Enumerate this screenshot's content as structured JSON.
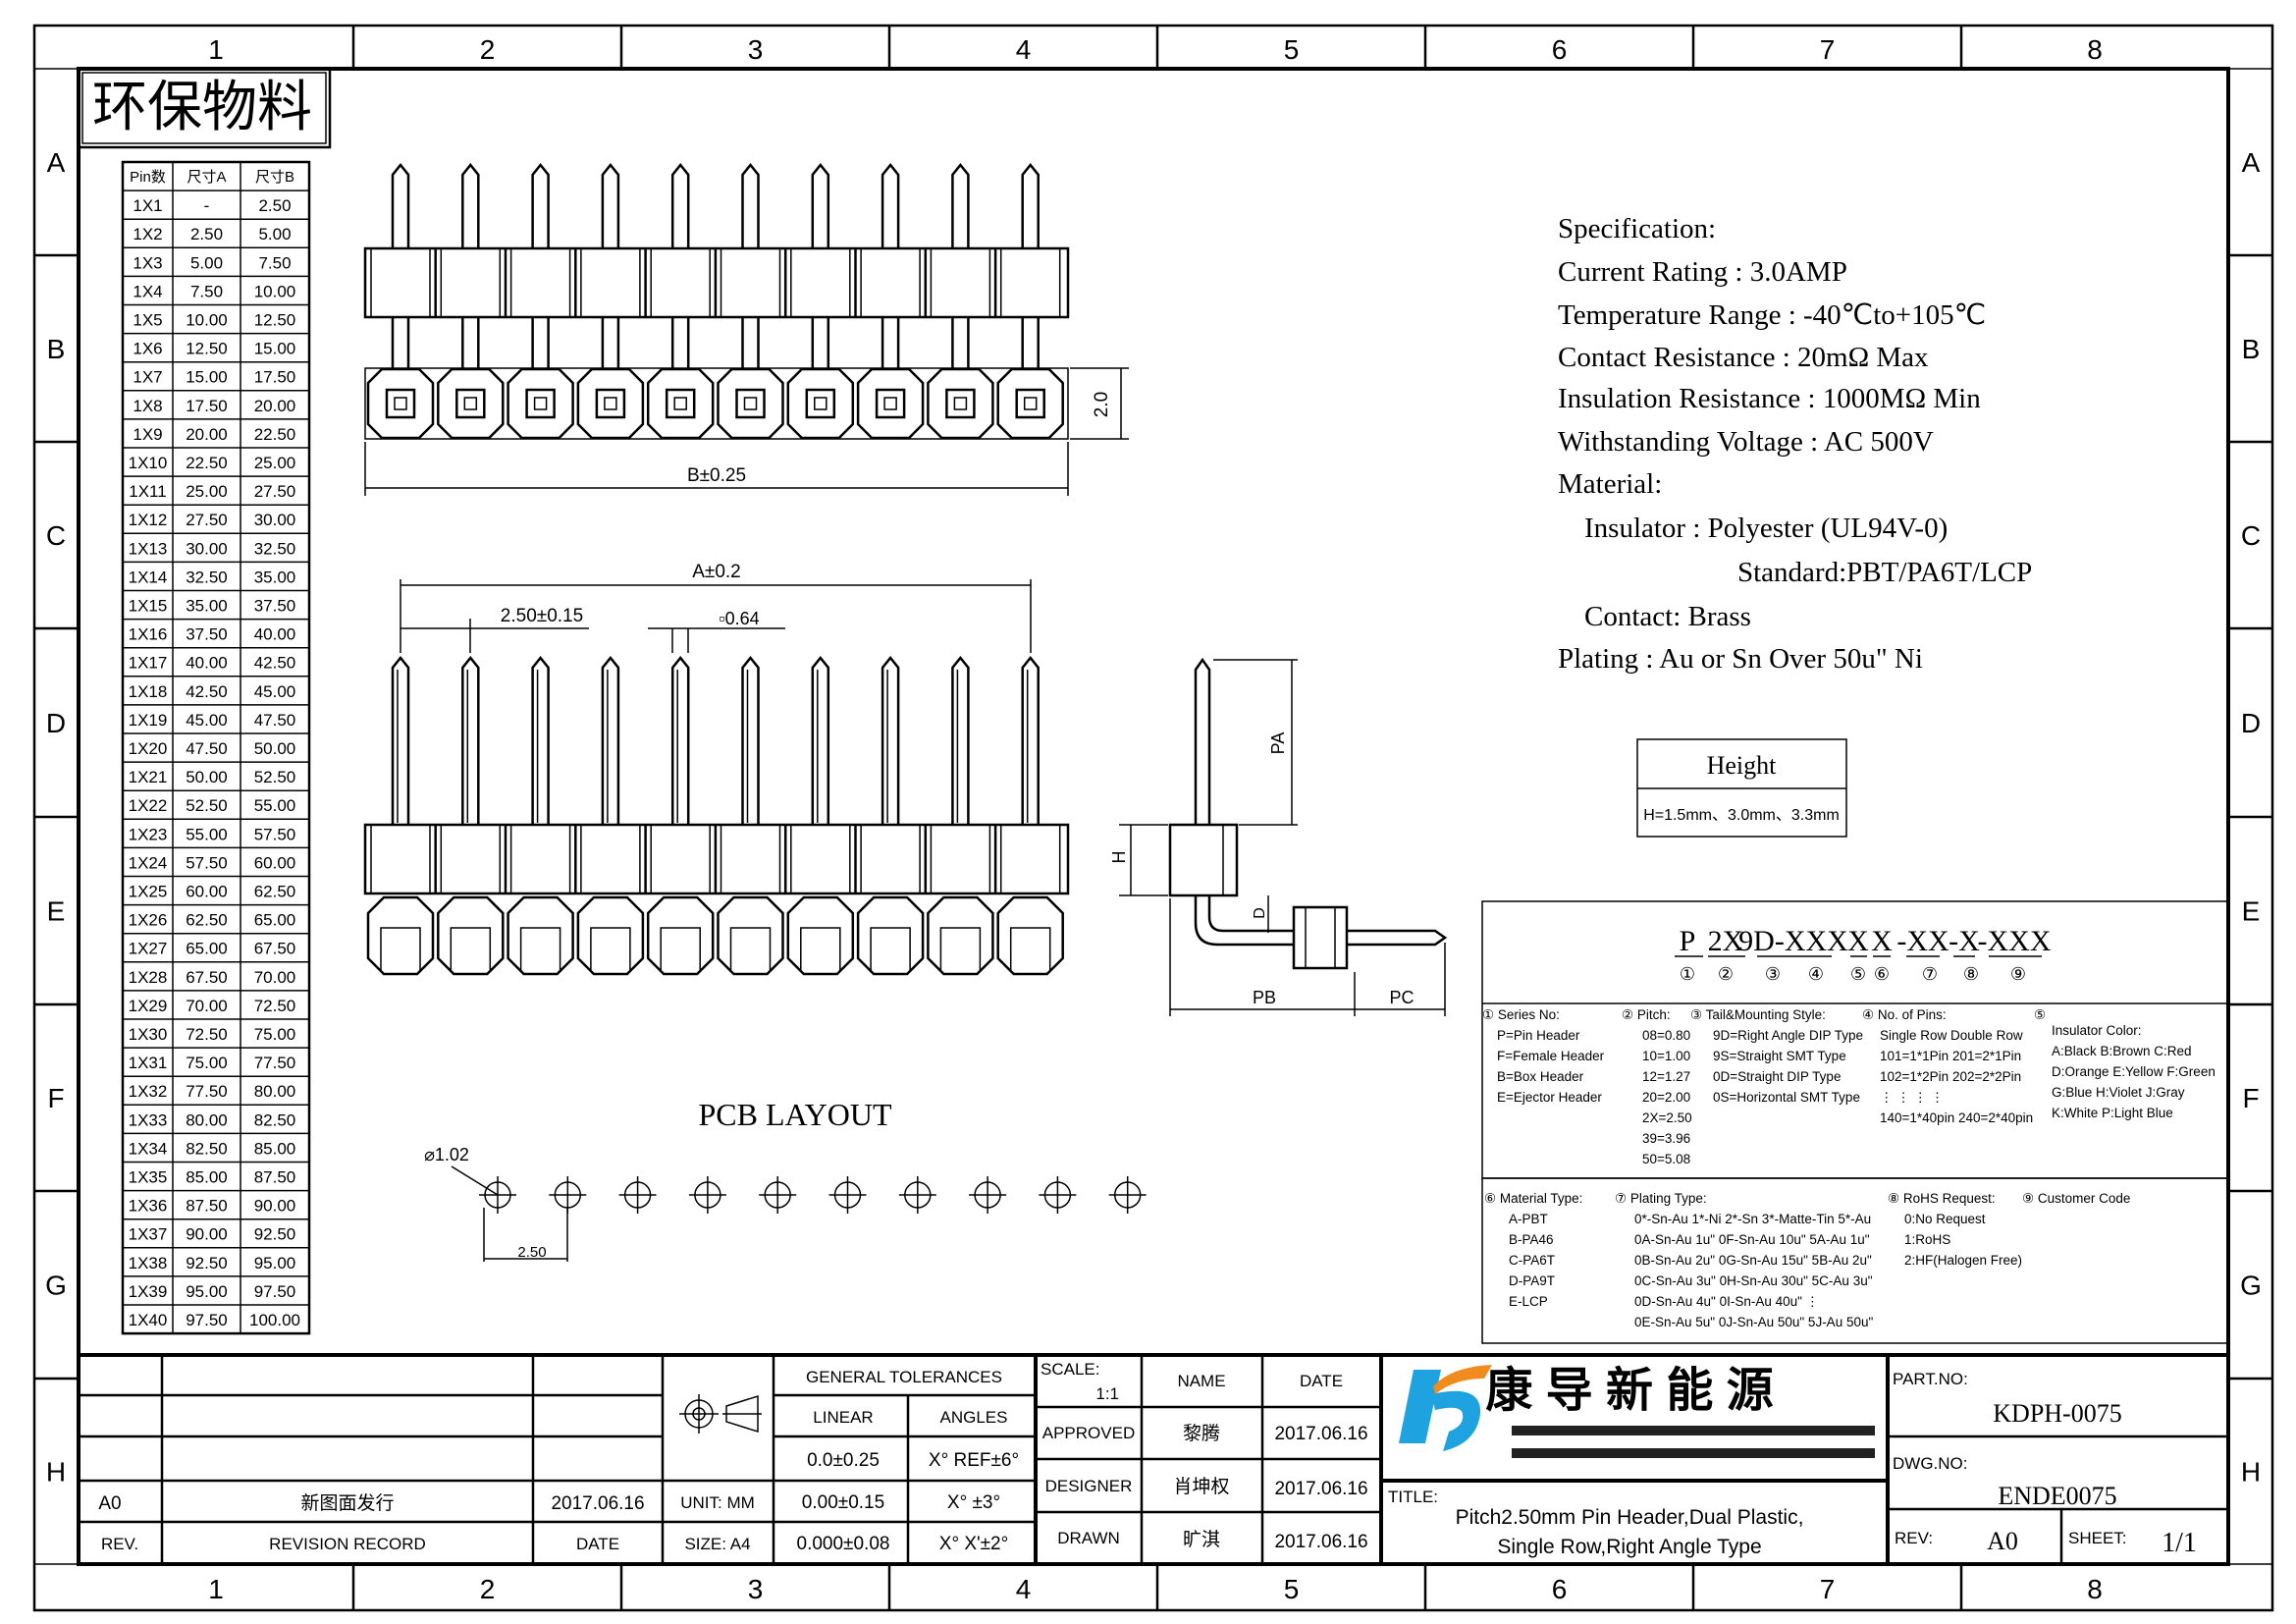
{
  "frame": {
    "columns": [
      "1",
      "2",
      "3",
      "4",
      "5",
      "6",
      "7",
      "8"
    ],
    "rows": [
      "A",
      "B",
      "C",
      "D",
      "E",
      "F",
      "G",
      "H"
    ]
  },
  "stamp": "环保物料",
  "dim_table": {
    "headers": [
      "Pin数",
      "尺寸A",
      "尺寸B"
    ],
    "rows": [
      [
        "1X1",
        "-",
        "2.50"
      ],
      [
        "1X2",
        "2.50",
        "5.00"
      ],
      [
        "1X3",
        "5.00",
        "7.50"
      ],
      [
        "1X4",
        "7.50",
        "10.00"
      ],
      [
        "1X5",
        "10.00",
        "12.50"
      ],
      [
        "1X6",
        "12.50",
        "15.00"
      ],
      [
        "1X7",
        "15.00",
        "17.50"
      ],
      [
        "1X8",
        "17.50",
        "20.00"
      ],
      [
        "1X9",
        "20.00",
        "22.50"
      ],
      [
        "1X10",
        "22.50",
        "25.00"
      ],
      [
        "1X11",
        "25.00",
        "27.50"
      ],
      [
        "1X12",
        "27.50",
        "30.00"
      ],
      [
        "1X13",
        "30.00",
        "32.50"
      ],
      [
        "1X14",
        "32.50",
        "35.00"
      ],
      [
        "1X15",
        "35.00",
        "37.50"
      ],
      [
        "1X16",
        "37.50",
        "40.00"
      ],
      [
        "1X17",
        "40.00",
        "42.50"
      ],
      [
        "1X18",
        "42.50",
        "45.00"
      ],
      [
        "1X19",
        "45.00",
        "47.50"
      ],
      [
        "1X20",
        "47.50",
        "50.00"
      ],
      [
        "1X21",
        "50.00",
        "52.50"
      ],
      [
        "1X22",
        "52.50",
        "55.00"
      ],
      [
        "1X23",
        "55.00",
        "57.50"
      ],
      [
        "1X24",
        "57.50",
        "60.00"
      ],
      [
        "1X25",
        "60.00",
        "62.50"
      ],
      [
        "1X26",
        "62.50",
        "65.00"
      ],
      [
        "1X27",
        "65.00",
        "67.50"
      ],
      [
        "1X28",
        "67.50",
        "70.00"
      ],
      [
        "1X29",
        "70.00",
        "72.50"
      ],
      [
        "1X30",
        "72.50",
        "75.00"
      ],
      [
        "1X31",
        "75.00",
        "77.50"
      ],
      [
        "1X32",
        "77.50",
        "80.00"
      ],
      [
        "1X33",
        "80.00",
        "82.50"
      ],
      [
        "1X34",
        "82.50",
        "85.00"
      ],
      [
        "1X35",
        "85.00",
        "87.50"
      ],
      [
        "1X36",
        "87.50",
        "90.00"
      ],
      [
        "1X37",
        "90.00",
        "92.50"
      ],
      [
        "1X38",
        "92.50",
        "95.00"
      ],
      [
        "1X39",
        "95.00",
        "97.50"
      ],
      [
        "1X40",
        "97.50",
        "100.00"
      ]
    ]
  },
  "dims": {
    "b": "B±0.25",
    "h20": "2.0",
    "a": "A±0.2",
    "pitch": "2.50±0.15",
    "pin_sq": "▫0.64",
    "pa": "PA",
    "h": "H",
    "d": "D",
    "pb": "PB",
    "pc": "PC"
  },
  "pcb": {
    "title": "PCB LAYOUT",
    "hole": "⌀1.02",
    "pitch": "2.50"
  },
  "spec": {
    "lines": [
      "Specification:",
      "Current Rating : 3.0AMP",
      "Temperature Range : -40℃to+105℃",
      "Contact Resistance : 20mΩ Max",
      "Insulation Resistance : 1000MΩ Min",
      "Withstanding Voltage : AC 500V",
      "Material:",
      "Insulator : Polyester (UL94V-0)",
      "Standard:PBT/PA6T/LCP",
      "Contact: Brass",
      "Plating : Au or Sn Over 50u\" Ni"
    ]
  },
  "height_box": {
    "title": "Height",
    "value": "H=1.5mm、3.0mm、3.3mm"
  },
  "part_code": {
    "segments": [
      "P",
      "2X",
      "9D-XXX",
      "X",
      "X",
      "-XX",
      "-X",
      "-XXX"
    ],
    "markers": [
      "①",
      "②",
      "③",
      "④",
      "⑤",
      "⑥",
      "⑦",
      "⑧",
      "⑨"
    ]
  },
  "legend": {
    "series": {
      "title": "① Series No:",
      "items": [
        "P=Pin Header",
        "F=Female Header",
        "B=Box Header",
        "E=Ejector Header"
      ]
    },
    "pitch": {
      "title": "② Pitch:",
      "items": [
        "08=0.80",
        "10=1.00",
        "12=1.27",
        "20=2.00",
        "2X=2.50",
        "39=3.96",
        "50=5.08"
      ]
    },
    "tail": {
      "title": "③ Tail&Mounting Style:",
      "items": [
        "9D=Right Angle DIP Type",
        "9S=Straight SMT Type",
        "0D=Straight DIP Type",
        "0S=Horizontal SMT Type"
      ]
    },
    "pins": {
      "title": "④ No. of Pins:",
      "items": [
        "Single Row   Double Row",
        "101=1*1Pin   201=2*1Pin",
        "102=1*2Pin   202=2*2Pin",
        "⋮  ⋮          ⋮  ⋮",
        "140=1*40pin  240=2*40pin"
      ]
    },
    "color": {
      "title": "⑤",
      "subtitle": "Insulator Color:",
      "items": [
        "A:Black  B:Brown  C:Red",
        "D:Orange E:Yellow F:Green",
        "G:Blue   H:Violet J:Gray",
        "K:White  P:Light Blue"
      ]
    },
    "material": {
      "title": "⑥ Material Type:",
      "items": [
        "A-PBT",
        "B-PA46",
        "C-PA6T",
        "D-PA9T",
        "E-LCP"
      ]
    },
    "plating": {
      "title": "⑦ Plating Type:",
      "items": [
        "0*-Sn-Au 1*-Ni 2*-Sn 3*-Matte-Tin 5*-Au",
        "0A-Sn-Au 1u\" 0F-Sn-Au 10u\"  5A-Au 1u\"",
        "0B-Sn-Au 2u\" 0G-Sn-Au 15u\"  5B-Au 2u\"",
        "0C-Sn-Au 3u\" 0H-Sn-Au 30u\"  5C-Au 3u\"",
        "0D-Sn-Au 4u\" 0I-Sn-Au 40u\"     ⋮",
        "0E-Sn-Au 5u\" 0J-Sn-Au 50u\"  5J-Au 50u\""
      ]
    },
    "rohs": {
      "title": "⑧ RoHS Request:",
      "items": [
        "0:No Request",
        "1:RoHS",
        "2:HF(Halogen Free)"
      ]
    },
    "customer": {
      "title": "⑨ Customer Code"
    }
  },
  "title_block": {
    "rev_value": "A0",
    "revision_record_value": "新图面发行",
    "rev_date": "2017.06.16",
    "rev_label": "REV.",
    "revision_record_label": "REVISION RECORD",
    "date_label": "DATE",
    "unit": "UNIT: MM",
    "size": "SIZE: A4",
    "general_tolerances": "GENERAL TOLERANCES",
    "linear": "LINEAR",
    "angles": "ANGLES",
    "linear_values": [
      "0.0±0.25",
      "0.00±0.15",
      "0.000±0.08"
    ],
    "angle_values": [
      "X° REF±6°",
      "X° ±3°",
      "X° X'±2°"
    ],
    "scale_label": "SCALE:",
    "scale_value": "1:1",
    "name_label": "NAME",
    "date_col_label": "DATE",
    "approved_label": "APPROVED",
    "approved_name": "黎腾",
    "approved_date": "2017.06.16",
    "designer_label": "DESIGNER",
    "designer_name": "肖坤权",
    "designer_date": "2017.06.16",
    "drawn_label": "DRAWN",
    "drawn_name": "旷淇",
    "drawn_date": "2017.06.16",
    "company": "康 导 新 能 源",
    "title_label": "TITLE:",
    "title_line1": "Pitch2.50mm Pin Header,Dual Plastic,",
    "title_line2": "Single Row,Right Angle Type",
    "part_no_label": "PART.NO:",
    "part_no": "KDPH-0075",
    "dwg_no_label": "DWG.NO:",
    "dwg_no": "ENDE0075",
    "rev_label2": "REV:",
    "rev2": "A0",
    "sheet_label": "SHEET:",
    "sheet": "1/1"
  },
  "colors": {
    "logo_blue": "#1fa3e0",
    "logo_orange": "#f08c1e"
  }
}
